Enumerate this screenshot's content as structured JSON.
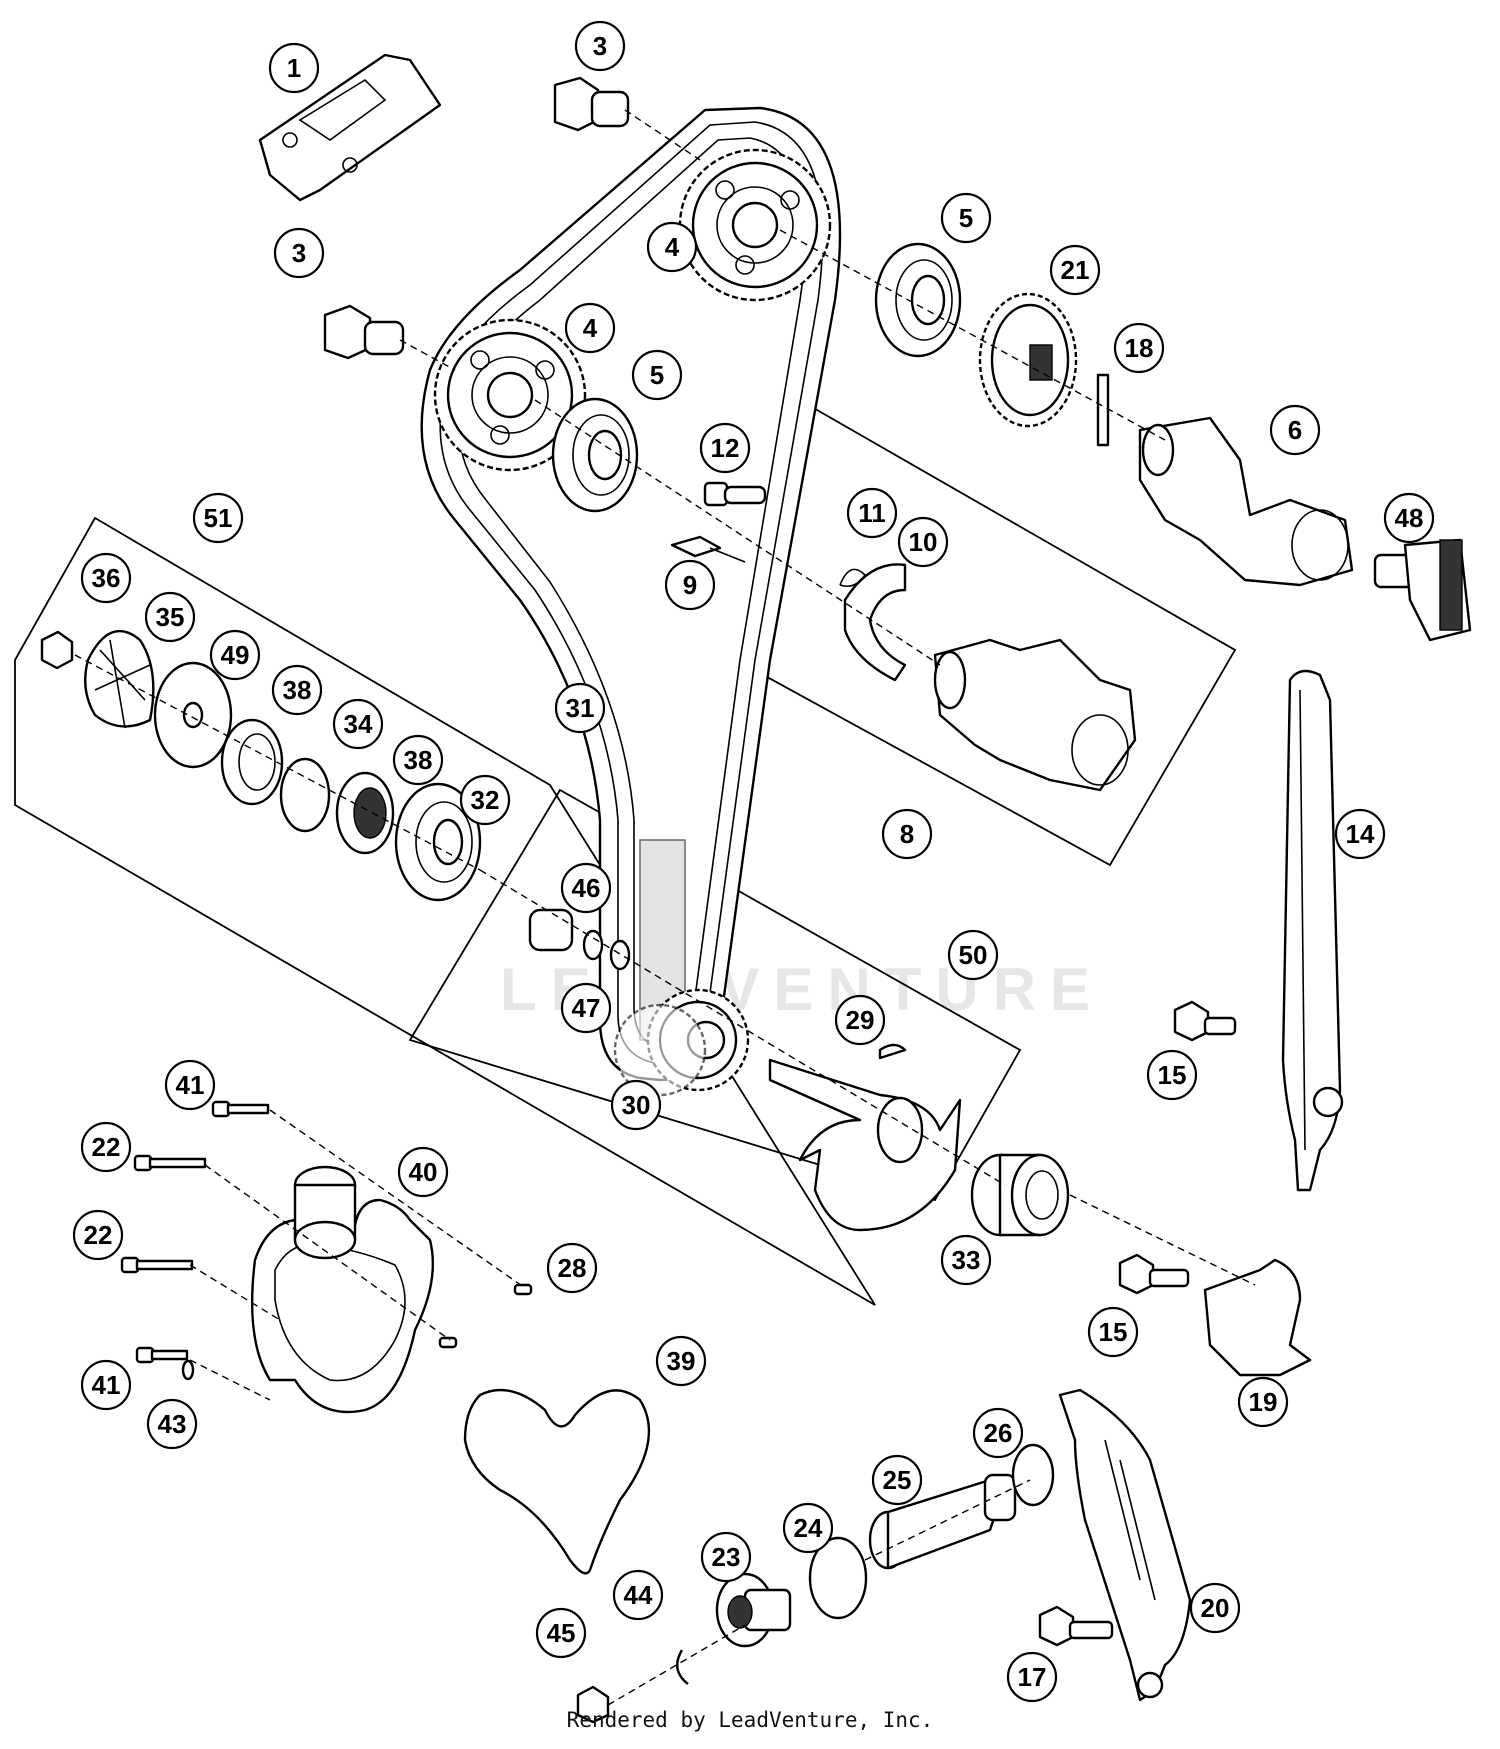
{
  "diagram": {
    "watermark": "LEADVENTURE",
    "credit": "Rendered by LeadVenture, Inc.",
    "callouts": [
      {
        "label": "1"
      },
      {
        "label": "3"
      },
      {
        "label": "3"
      },
      {
        "label": "4"
      },
      {
        "label": "4"
      },
      {
        "label": "5"
      },
      {
        "label": "5"
      },
      {
        "label": "21"
      },
      {
        "label": "18"
      },
      {
        "label": "6"
      },
      {
        "label": "48"
      },
      {
        "label": "12"
      },
      {
        "label": "11"
      },
      {
        "label": "10"
      },
      {
        "label": "9"
      },
      {
        "label": "51"
      },
      {
        "label": "36"
      },
      {
        "label": "35"
      },
      {
        "label": "49"
      },
      {
        "label": "38"
      },
      {
        "label": "34"
      },
      {
        "label": "38"
      },
      {
        "label": "32"
      },
      {
        "label": "31"
      },
      {
        "label": "8"
      },
      {
        "label": "14"
      },
      {
        "label": "46"
      },
      {
        "label": "47"
      },
      {
        "label": "50"
      },
      {
        "label": "29"
      },
      {
        "label": "30"
      },
      {
        "label": "15"
      },
      {
        "label": "41"
      },
      {
        "label": "22"
      },
      {
        "label": "40"
      },
      {
        "label": "22"
      },
      {
        "label": "28"
      },
      {
        "label": "33"
      },
      {
        "label": "15"
      },
      {
        "label": "19"
      },
      {
        "label": "39"
      },
      {
        "label": "41"
      },
      {
        "label": "43"
      },
      {
        "label": "26"
      },
      {
        "label": "25"
      },
      {
        "label": "24"
      },
      {
        "label": "23"
      },
      {
        "label": "44"
      },
      {
        "label": "45"
      },
      {
        "label": "20"
      },
      {
        "label": "17"
      }
    ]
  }
}
